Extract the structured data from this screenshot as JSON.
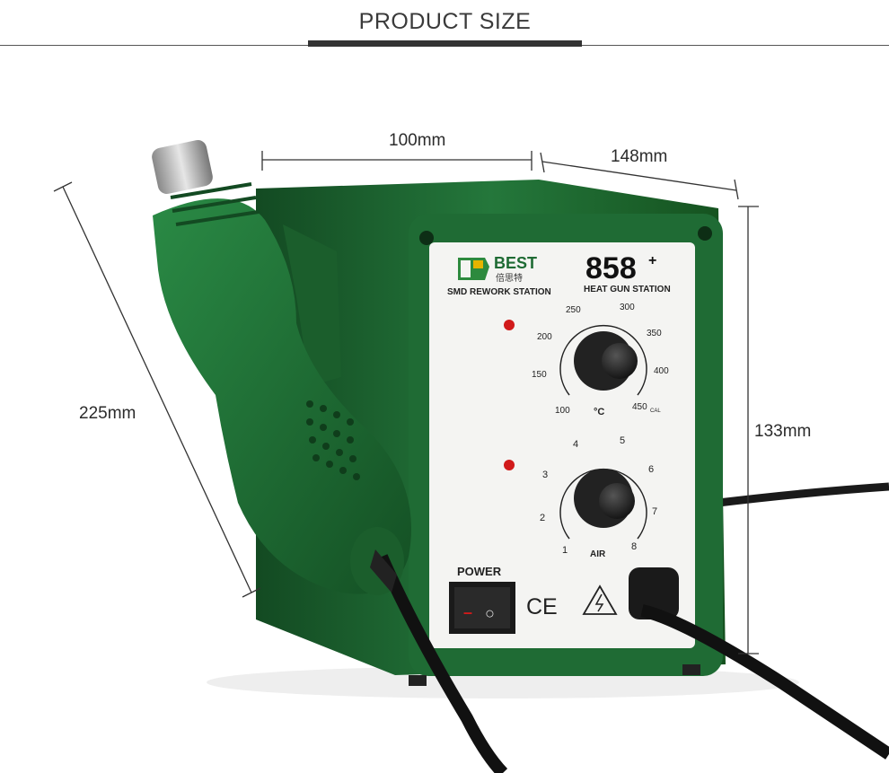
{
  "header": {
    "title": "PRODUCT SIZE"
  },
  "dimensions": {
    "width": "100mm",
    "depth": "148mm",
    "height": "133mm",
    "gun_length": "225mm"
  },
  "panel": {
    "brand": "BEST",
    "brand_cn": "倍思特",
    "brand_sub": "SMD REWORK STATION",
    "model": "858",
    "model_sup": "+",
    "model_sub": "HEAT GUN STATION",
    "temp_unit": "°C",
    "temp_scale": [
      "100",
      "150",
      "200",
      "250",
      "300",
      "350",
      "400",
      "450"
    ],
    "temp_cal": "CAL",
    "air_label": "AIR",
    "air_scale": [
      "1",
      "2",
      "3",
      "4",
      "5",
      "6",
      "7",
      "8"
    ],
    "power_label": "POWER",
    "switch_off": "○",
    "switch_on": "–",
    "ce_mark": "CE"
  },
  "colors": {
    "body_green": "#1f6b34",
    "body_dark": "#134a22",
    "panel_white": "#f4f4f2",
    "led_red": "#d11a1a",
    "knob_black": "#1a1a1a"
  }
}
